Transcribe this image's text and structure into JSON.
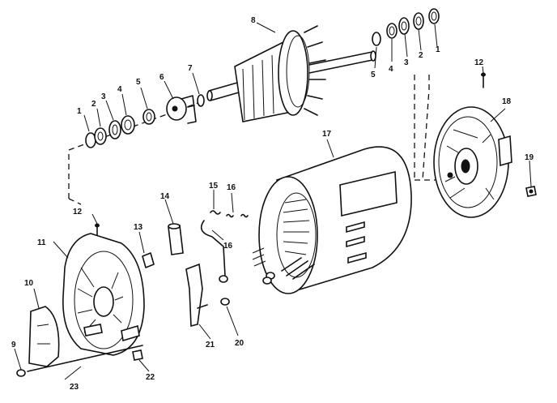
{
  "parts": [
    {
      "id": "p1",
      "label": "1"
    },
    {
      "id": "p2",
      "label": "2"
    },
    {
      "id": "p3",
      "label": "3"
    },
    {
      "id": "p4",
      "label": "4"
    },
    {
      "id": "p5",
      "label": "5"
    },
    {
      "id": "p6",
      "label": "6"
    },
    {
      "id": "p7",
      "label": "7"
    },
    {
      "id": "p8",
      "label": "8"
    },
    {
      "id": "p9",
      "label": "9"
    },
    {
      "id": "p10",
      "label": "10"
    },
    {
      "id": "p11",
      "label": "11"
    },
    {
      "id": "p12",
      "label": "12"
    },
    {
      "id": "p13",
      "label": "13"
    },
    {
      "id": "p14",
      "label": "14"
    },
    {
      "id": "p15",
      "label": "15"
    },
    {
      "id": "p16",
      "label": "16"
    },
    {
      "id": "p17",
      "label": "17"
    },
    {
      "id": "p18",
      "label": "18"
    },
    {
      "id": "p19",
      "label": "19"
    },
    {
      "id": "p20",
      "label": "20"
    },
    {
      "id": "p21",
      "label": "21"
    },
    {
      "id": "p22",
      "label": "22"
    },
    {
      "id": "p23",
      "label": "23"
    }
  ]
}
